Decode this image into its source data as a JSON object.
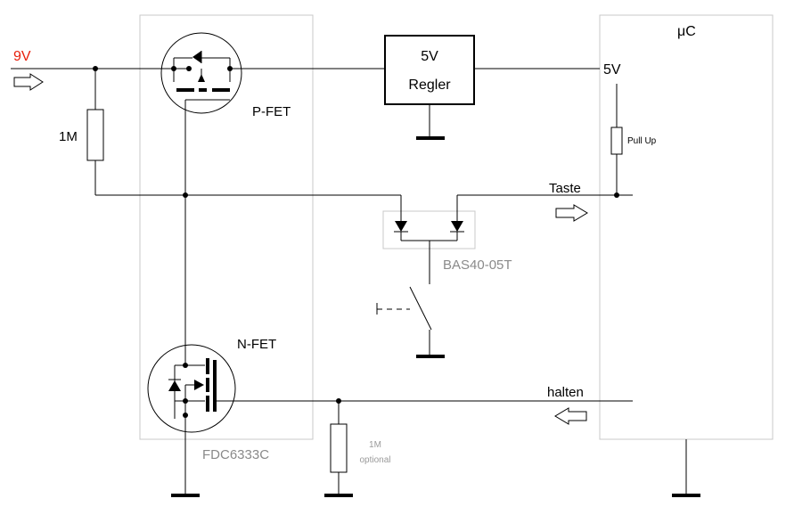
{
  "labels": {
    "input_voltage": "9V",
    "input_color": "#e8200c",
    "r_pulldown": "1M",
    "pfet": "P-FET",
    "nfet": "N-FET",
    "regulator_line1": "5V",
    "regulator_line2": "Regler",
    "mcu": "μC",
    "mcu_5v": "5V",
    "pull_up": "Pull Up",
    "taste": "Taste",
    "diode_part": "BAS40-05T",
    "fet_part": "FDC6333C",
    "halten": "halten",
    "r_optional_value": "1M",
    "r_optional_note": "optional"
  },
  "colors": {
    "line": "#000000",
    "package_outline": "#c8c8c8",
    "part_label": "#8a8a8a"
  }
}
